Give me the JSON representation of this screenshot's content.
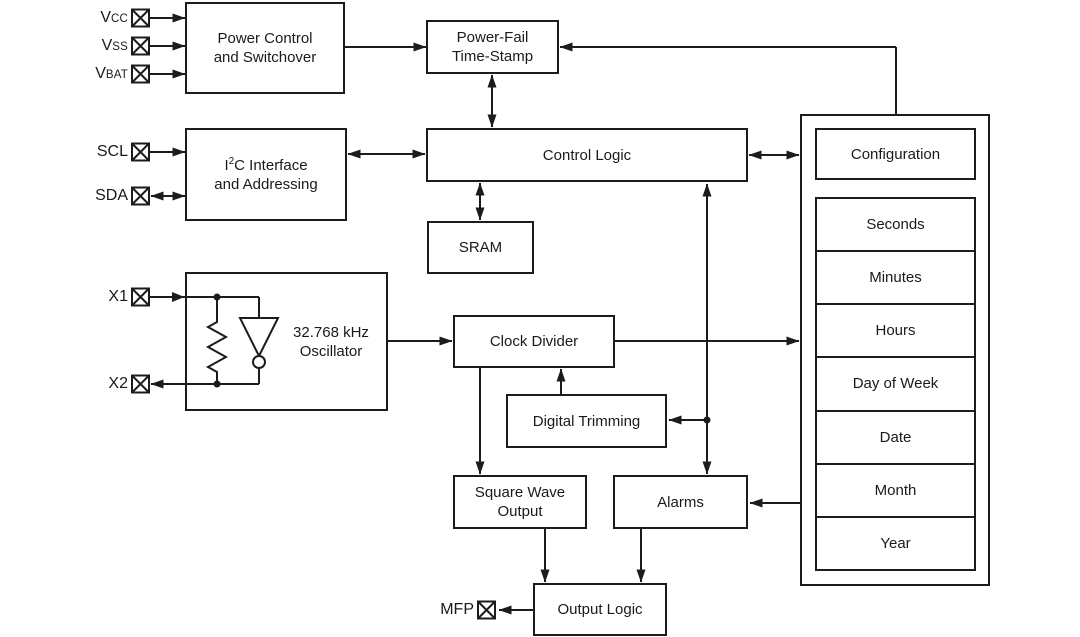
{
  "blocks": {
    "power_control": {
      "line1": "Power Control",
      "line2": "and Switchover"
    },
    "power_fail": {
      "line1": "Power-Fail",
      "line2": "Time-Stamp"
    },
    "i2c": {
      "pre": "I",
      "sup": "2",
      "post": "C Interface",
      "line2": "and Addressing"
    },
    "control_logic": {
      "label": "Control Logic"
    },
    "sram": {
      "label": "SRAM"
    },
    "oscillator": {
      "line1": "32.768 kHz",
      "line2": "Oscillator"
    },
    "clock_divider": {
      "label": "Clock Divider"
    },
    "digital_trimming": {
      "label": "Digital Trimming"
    },
    "square_wave": {
      "line1": "Square Wave",
      "line2": "Output"
    },
    "alarms": {
      "label": "Alarms"
    },
    "output_logic": {
      "label": "Output Logic"
    },
    "configuration": {
      "label": "Configuration"
    }
  },
  "registers": [
    {
      "label": "Seconds"
    },
    {
      "label": "Minutes"
    },
    {
      "label": "Hours"
    },
    {
      "label": "Day of Week"
    },
    {
      "label": "Date"
    },
    {
      "label": "Month"
    },
    {
      "label": "Year"
    }
  ],
  "pins": {
    "vcc": {
      "main": "V",
      "sub": "CC"
    },
    "vss": {
      "main": "V",
      "sub": "SS"
    },
    "vbat": {
      "main": "V",
      "sub": "BAT"
    },
    "scl": {
      "main": "SCL",
      "sub": ""
    },
    "sda": {
      "main": "SDA",
      "sub": ""
    },
    "x1": {
      "main": "X1",
      "sub": ""
    },
    "x2": {
      "main": "X2",
      "sub": ""
    },
    "mfp": {
      "main": "MFP",
      "sub": ""
    }
  },
  "colors": {
    "line": "#1c1c1c",
    "background": "#ffffff",
    "box_fill": "#ffffff",
    "text": "#1a1a1a"
  }
}
